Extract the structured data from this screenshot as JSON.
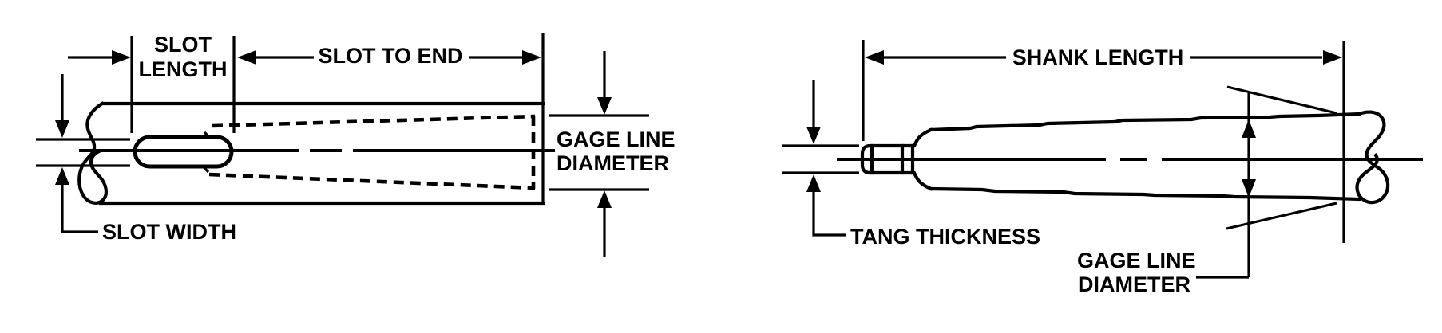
{
  "page": {
    "background_color": "#ffffff",
    "ink_color": "#000000"
  },
  "left_diagram": {
    "labels": {
      "slot_length": {
        "line1": "SLOT",
        "line2": "LENGTH"
      },
      "slot_to_end": "SLOT TO END",
      "gage_line_diameter": {
        "line1": "GAGE LINE",
        "line2": "DIAMETER"
      },
      "slot_width": "SLOT WIDTH"
    }
  },
  "right_diagram": {
    "labels": {
      "shank_length": "SHANK LENGTH",
      "tang_thickness": "TANG THICKNESS",
      "gage_line_diameter": {
        "line1": "GAGE LINE",
        "line2": "DIAMETER"
      }
    }
  }
}
